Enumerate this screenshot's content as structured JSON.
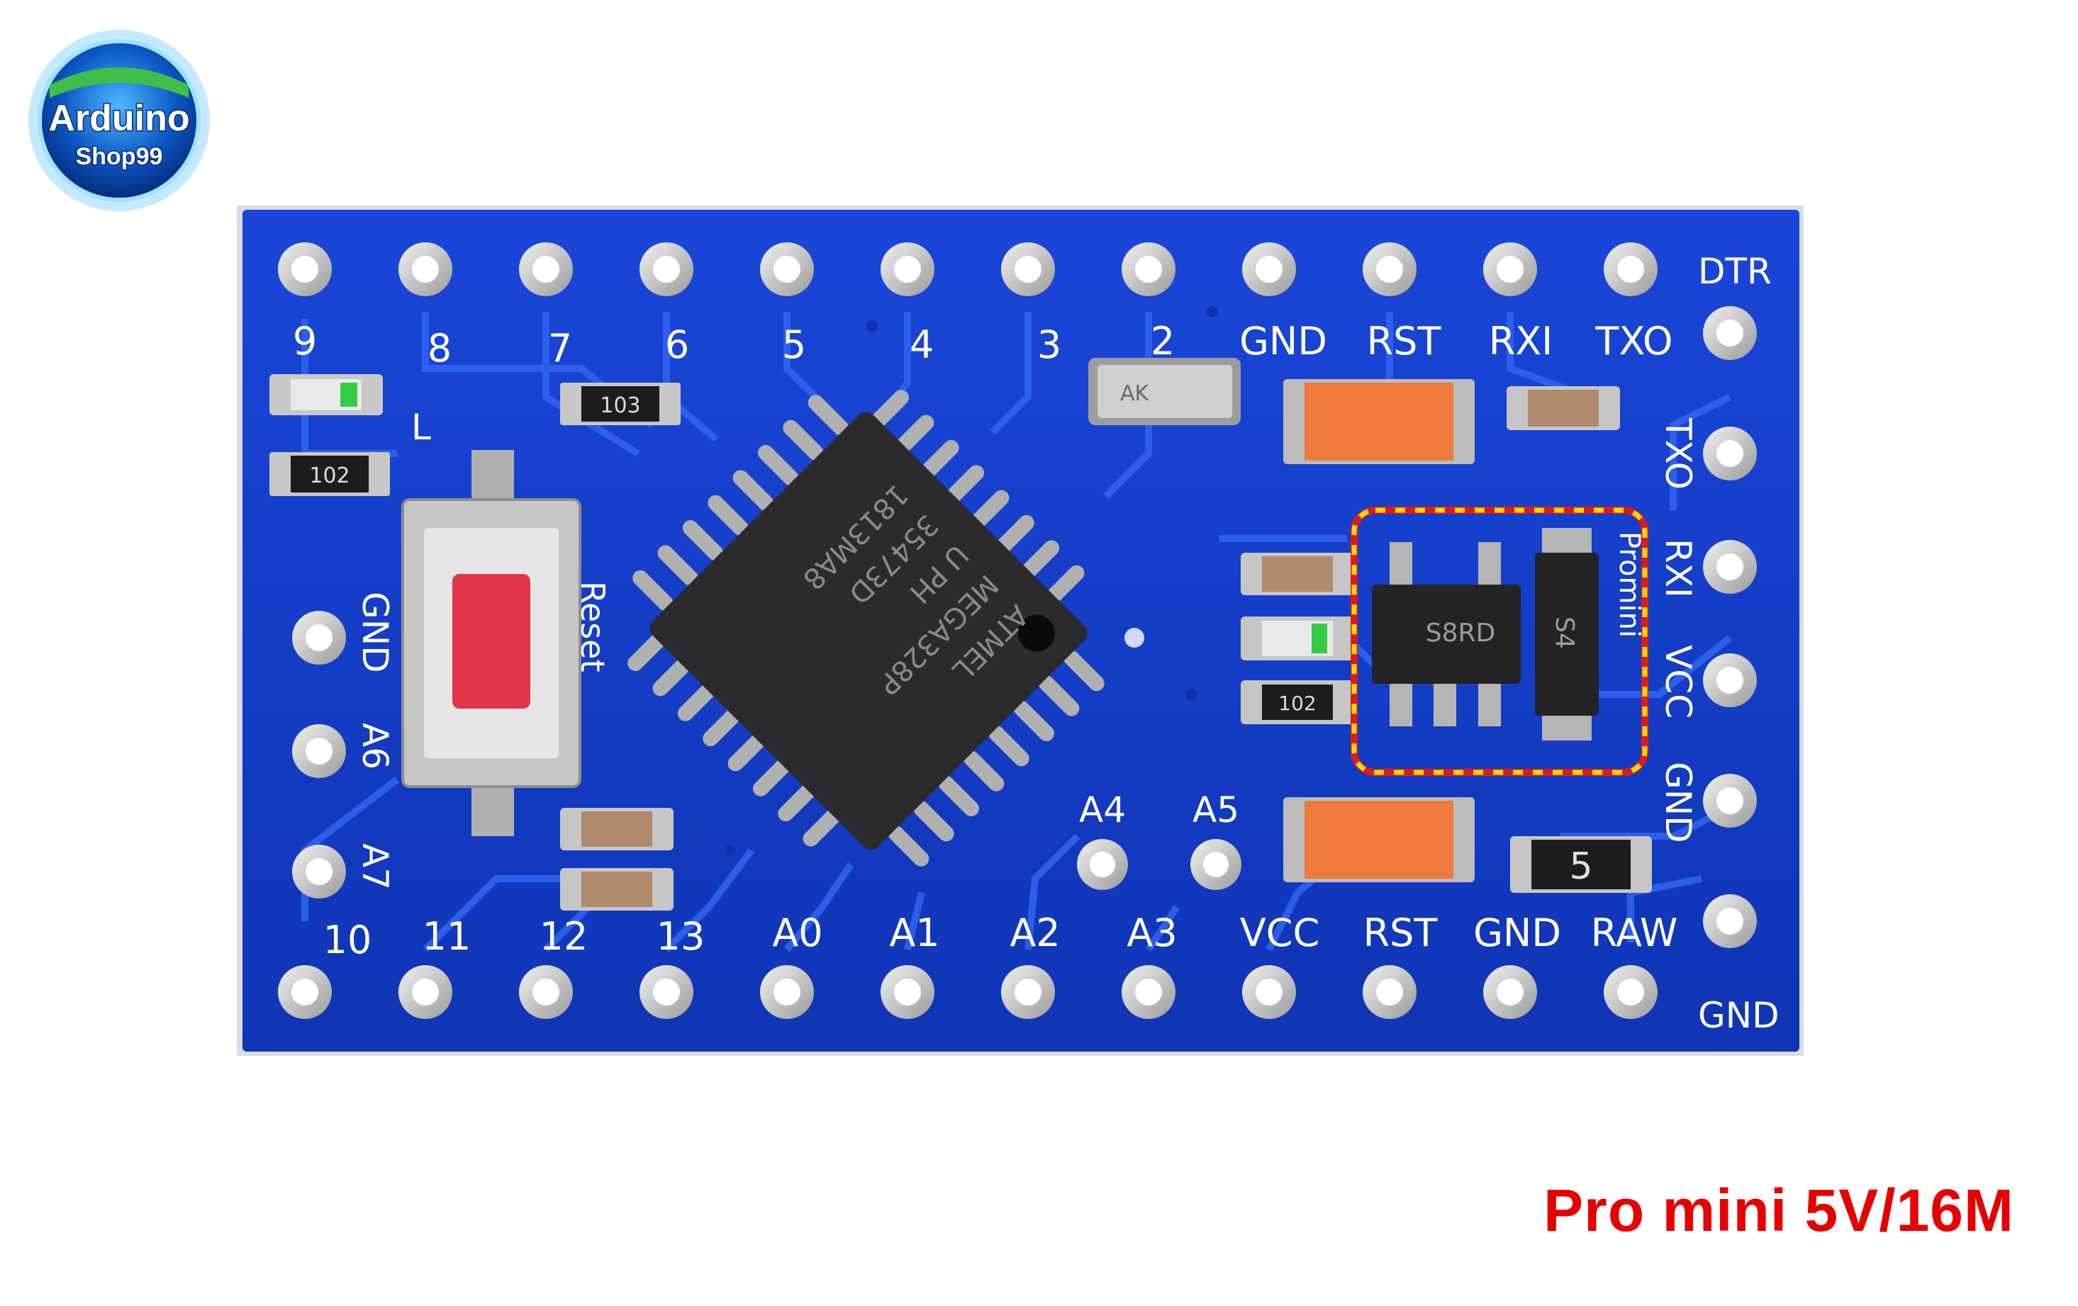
{
  "logo": {
    "line1": "Arduino",
    "line2": "Shop99"
  },
  "board": {
    "top_labels": [
      "9",
      "8",
      "7",
      "6",
      "5",
      "4",
      "3",
      "2",
      "GND",
      "RST",
      "RXI",
      "TXO"
    ],
    "bottom_labels": [
      "10",
      "11",
      "12",
      "13",
      "A0",
      "A1",
      "A2",
      "A3",
      "VCC",
      "RST",
      "GND",
      "RAW"
    ],
    "right_header_labels": [
      "DTR",
      "TXO",
      "RXI",
      "VCC",
      "GND",
      "GND"
    ],
    "left_labels": [
      "GND",
      "A6",
      "A7"
    ],
    "inner_labels": [
      "A4",
      "A5"
    ],
    "reset_label": "Reset",
    "led_label": "L",
    "promini_label": "Promini",
    "mcu_marking": [
      "ATMEL",
      "MEGA328P",
      "U PH",
      "35473D",
      "1813MA8"
    ],
    "resistor_codes": [
      "103",
      "102",
      "102"
    ],
    "regulator_marking": "S8RD",
    "diode_marking": "S4",
    "crystal_marking": "AK",
    "fuse_marking": "5"
  },
  "caption": "Pro mini 5V/16M"
}
